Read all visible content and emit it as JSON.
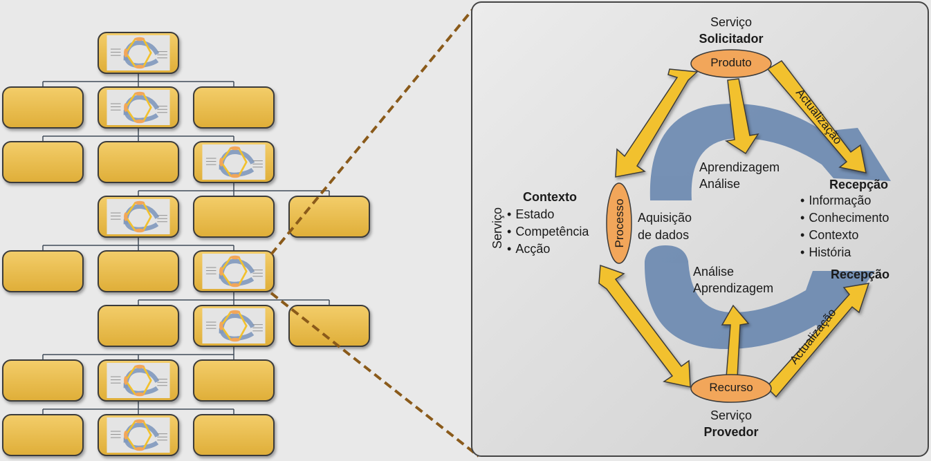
{
  "colors": {
    "gold_fill": "#e8b84a",
    "gold_stroke": "#3a3a3a",
    "blue_flow": "#5e7fab",
    "yellow_arrow": "#f2c12e",
    "orange_oval": "#f2a65a",
    "panel_bg": "#dadada",
    "zoom_line": "#8a5a1a"
  },
  "diagram": {
    "top_service": {
      "line1": "Serviço",
      "line2": "Solicitador"
    },
    "bottom_service": {
      "line1": "Serviço",
      "line2": "Provedor"
    },
    "produto": "Produto",
    "recurso": "Recurso",
    "processo": "Processo",
    "left_service_vertical": "Serviço",
    "contexto": {
      "title": "Contexto",
      "items": [
        "Estado",
        "Competência",
        "Acção"
      ]
    },
    "recepcao_top": {
      "title": "Recepção",
      "items": [
        "Informação",
        "Conhecimento",
        "Contexto",
        "História"
      ]
    },
    "recepcao_bottom": "Recepção",
    "upper_flow": {
      "line1": "Aprendizagem",
      "line2": "Análise"
    },
    "middle_flow": {
      "line1": "Aquisição",
      "line2": "de dados"
    },
    "lower_flow": {
      "line1": "Análise",
      "line2": "Aprendizagem"
    },
    "actualizacao_top": "Actualização",
    "actualizacao_bottom": "Actualização"
  }
}
